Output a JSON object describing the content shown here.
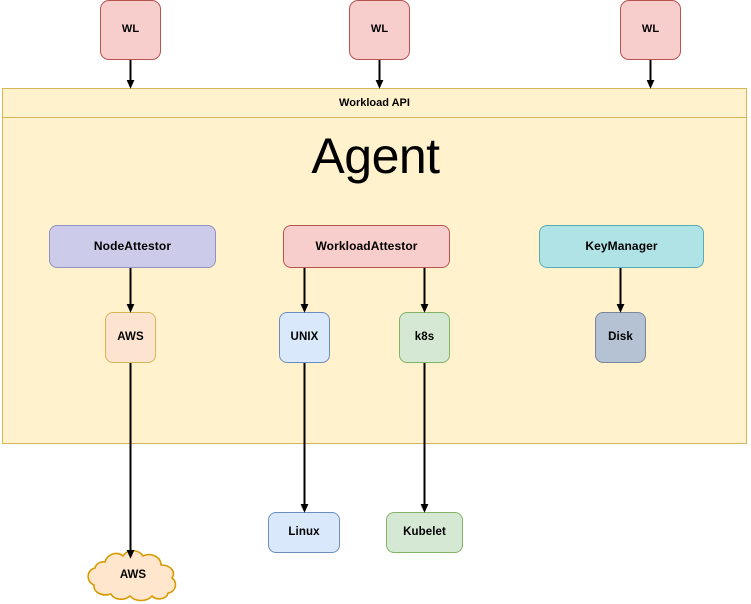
{
  "diagram": {
    "title_visible": "Agent",
    "agent": {
      "label": "Agent",
      "workload_api_label": "Workload API",
      "fill": "#fff2cc",
      "stroke": "#d6b656"
    },
    "workloads": [
      {
        "label": "WL",
        "fill": "#f8cecc",
        "stroke": "#b85450"
      },
      {
        "label": "WL",
        "fill": "#f8cecc",
        "stroke": "#b85450"
      },
      {
        "label": "WL",
        "fill": "#f8cecc",
        "stroke": "#b85450"
      }
    ],
    "components": [
      {
        "label": "NodeAttestor",
        "fill": "#ccccea",
        "stroke": "#9191c4"
      },
      {
        "label": "WorkloadAttestor",
        "fill": "#f8cecc",
        "stroke": "#b85450"
      },
      {
        "label": "KeyManager",
        "fill": "#b0e3e6",
        "stroke": "#5aacb3"
      }
    ],
    "plugins": [
      {
        "label": "AWS",
        "fill": "#fde4d0",
        "stroke": "#d6b656",
        "parent": "NodeAttestor"
      },
      {
        "label": "UNIX",
        "fill": "#dae8fc",
        "stroke": "#6c8ebf",
        "parent": "WorkloadAttestor"
      },
      {
        "label": "k8s",
        "fill": "#d5e8d4",
        "stroke": "#82b366",
        "parent": "WorkloadAttestor"
      },
      {
        "label": "Disk",
        "fill": "#b4c2d4",
        "stroke": "#7a8699",
        "parent": "KeyManager"
      }
    ],
    "external": [
      {
        "label": "AWS",
        "shape": "cloud",
        "fill": "#ffe6cc",
        "stroke": "#d79b00"
      },
      {
        "label": "Linux",
        "shape": "rounded-rect",
        "fill": "#dae8fc",
        "stroke": "#6c8ebf"
      },
      {
        "label": "Kubelet",
        "shape": "rounded-rect",
        "fill": "#d5e8d4",
        "stroke": "#82b366"
      }
    ],
    "edges": [
      {
        "from": "WL (left)",
        "to": "Workload API"
      },
      {
        "from": "WL (center)",
        "to": "Workload API"
      },
      {
        "from": "WL (right)",
        "to": "Workload API"
      },
      {
        "from": "NodeAttestor",
        "to": "AWS plugin"
      },
      {
        "from": "WorkloadAttestor",
        "to": "UNIX plugin"
      },
      {
        "from": "WorkloadAttestor",
        "to": "k8s plugin"
      },
      {
        "from": "KeyManager",
        "to": "Disk plugin"
      },
      {
        "from": "AWS plugin",
        "to": "AWS cloud"
      },
      {
        "from": "UNIX plugin",
        "to": "Linux"
      },
      {
        "from": "k8s plugin",
        "to": "Kubelet"
      }
    ],
    "arrow_color": "#000000",
    "background": "#ffffff"
  }
}
